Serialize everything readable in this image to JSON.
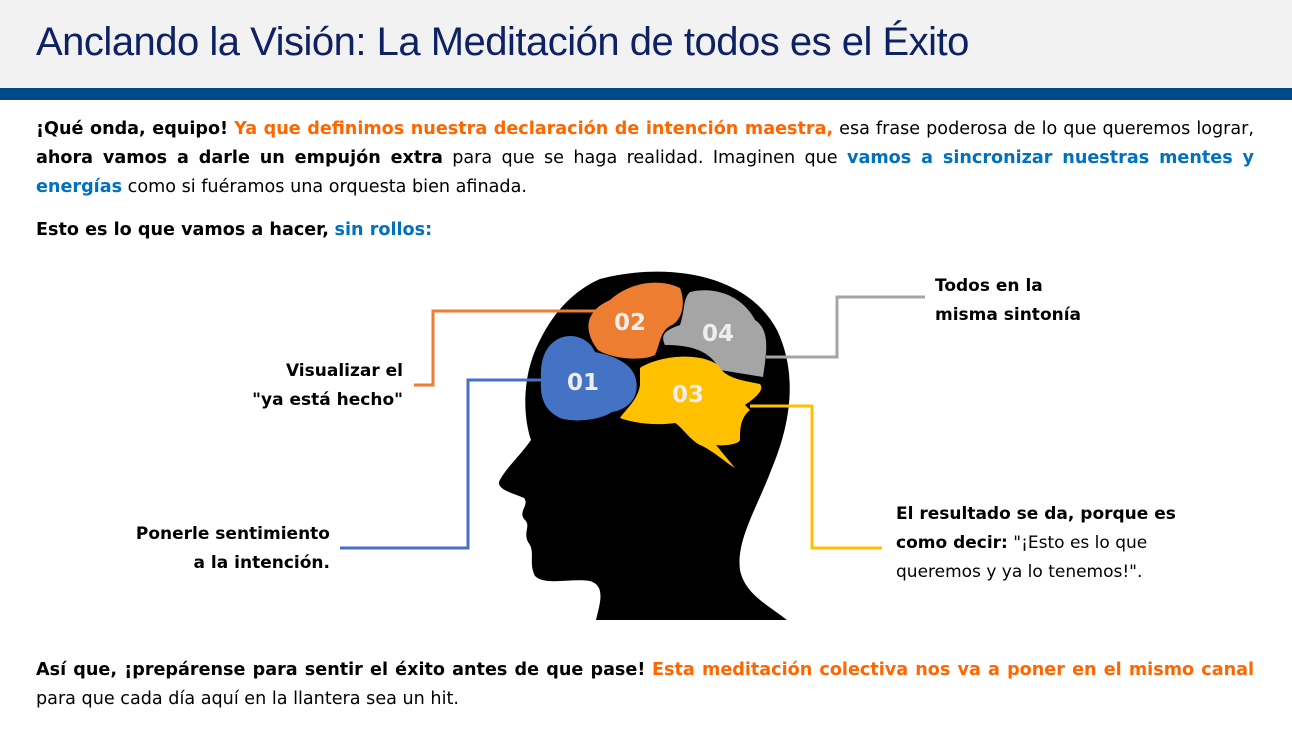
{
  "header": {
    "title": "Anclando la Visión: La Meditación de todos es el Éxito"
  },
  "intro": {
    "p1": "¡Qué onda, equipo!",
    "p2": "Ya que definimos nuestra declaración de intención maestra,",
    "p3": "esa frase poderosa de lo que queremos lograr,",
    "p4": "ahora vamos a darle un empujón extra",
    "p5": "para que se haga realidad. Imaginen que",
    "p6": "vamos a sincronizar nuestras mentes y energías",
    "p7": "como si fuéramos una orquesta bien afinada."
  },
  "subheading": {
    "text": "Esto es lo que vamos a hacer,",
    "highlight": "sin rollos:"
  },
  "diagram": {
    "steps": [
      {
        "number": "01",
        "label_line1": "Ponerle sentimiento",
        "label_line2": "a la intención.",
        "color": "#4472c4"
      },
      {
        "number": "02",
        "label_line1": "Visualizar el",
        "label_line2": "\"ya está hecho\"",
        "color": "#ed7d31"
      },
      {
        "number": "03",
        "label_bold": "El resultado se da, porque es como decir:",
        "label_rest": " \"¡Esto es lo que queremos y ya lo tenemos!\".",
        "color": "#ffc000"
      },
      {
        "number": "04",
        "label_line1": "Todos en la",
        "label_line2": "misma sintonía",
        "color": "#a5a5a5"
      }
    ]
  },
  "closing": {
    "p1": "Así que, ¡prepárense para sentir el éxito antes de que pase!",
    "p2": "Esta meditación colectiva nos va a poner en el mismo canal",
    "p3": "para que cada día aquí en la llantera sea un hit."
  }
}
